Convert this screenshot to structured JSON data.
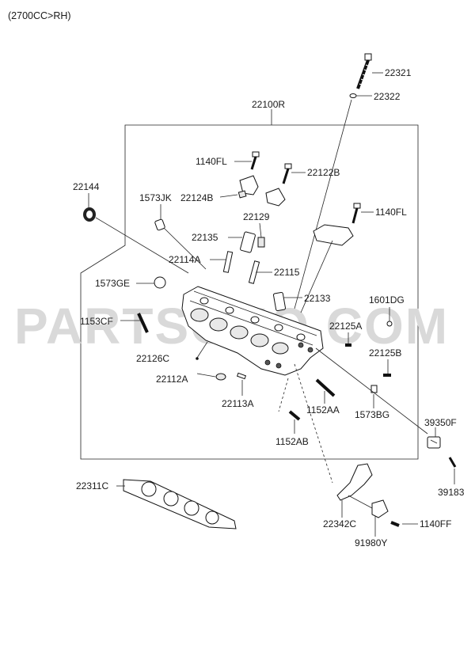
{
  "header": {
    "variant": "(2700CC>RH)"
  },
  "watermark": {
    "text": "PARTSOUQ.COM"
  },
  "labels": {
    "p22321": "22321",
    "p22322": "22322",
    "p22100R": "22100R",
    "p1140FL_a": "1140FL",
    "p22122B": "22122B",
    "p22144": "22144",
    "p1573JK": "1573JK",
    "p22124B": "22124B",
    "p1140FL_b": "1140FL",
    "p22129": "22129",
    "p22135": "22135",
    "p22114A": "22114A",
    "p22115": "22115",
    "p1573GE": "1573GE",
    "p22133": "22133",
    "p1601DG": "1601DG",
    "p1153CF": "1153CF",
    "p22125A": "22125A",
    "p22126C": "22126C",
    "p22125B": "22125B",
    "p22112A": "22112A",
    "p22113A": "22113A",
    "p1152AA": "1152AA",
    "p1573BG": "1573BG",
    "p39350F": "39350F",
    "p1152AB": "1152AB",
    "p39183": "39183",
    "p22311C": "22311C",
    "p22342C": "22342C",
    "p1140FF": "1140FF",
    "p91980Y": "91980Y"
  }
}
